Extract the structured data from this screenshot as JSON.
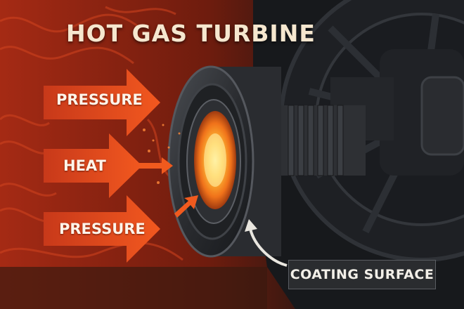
{
  "title": "HOT GAS TURBINE",
  "labels": {
    "pressure_top": "PRESSURE",
    "heat": "HEAT",
    "pressure_bottom": "PRESSURE"
  },
  "callout": {
    "text": "COATING SURFACE"
  },
  "colors": {
    "background_left": "#b8321a",
    "background_right": "#121417",
    "arrow": "#e8481c",
    "glow_core": "#ffd15a",
    "glow_edge": "#e0550f",
    "metal": "#2b2d31",
    "title_text": "#f6e7cf"
  },
  "icons": {
    "arrows": "right-arrow",
    "callout_pointer": "curved-arrow-up"
  }
}
